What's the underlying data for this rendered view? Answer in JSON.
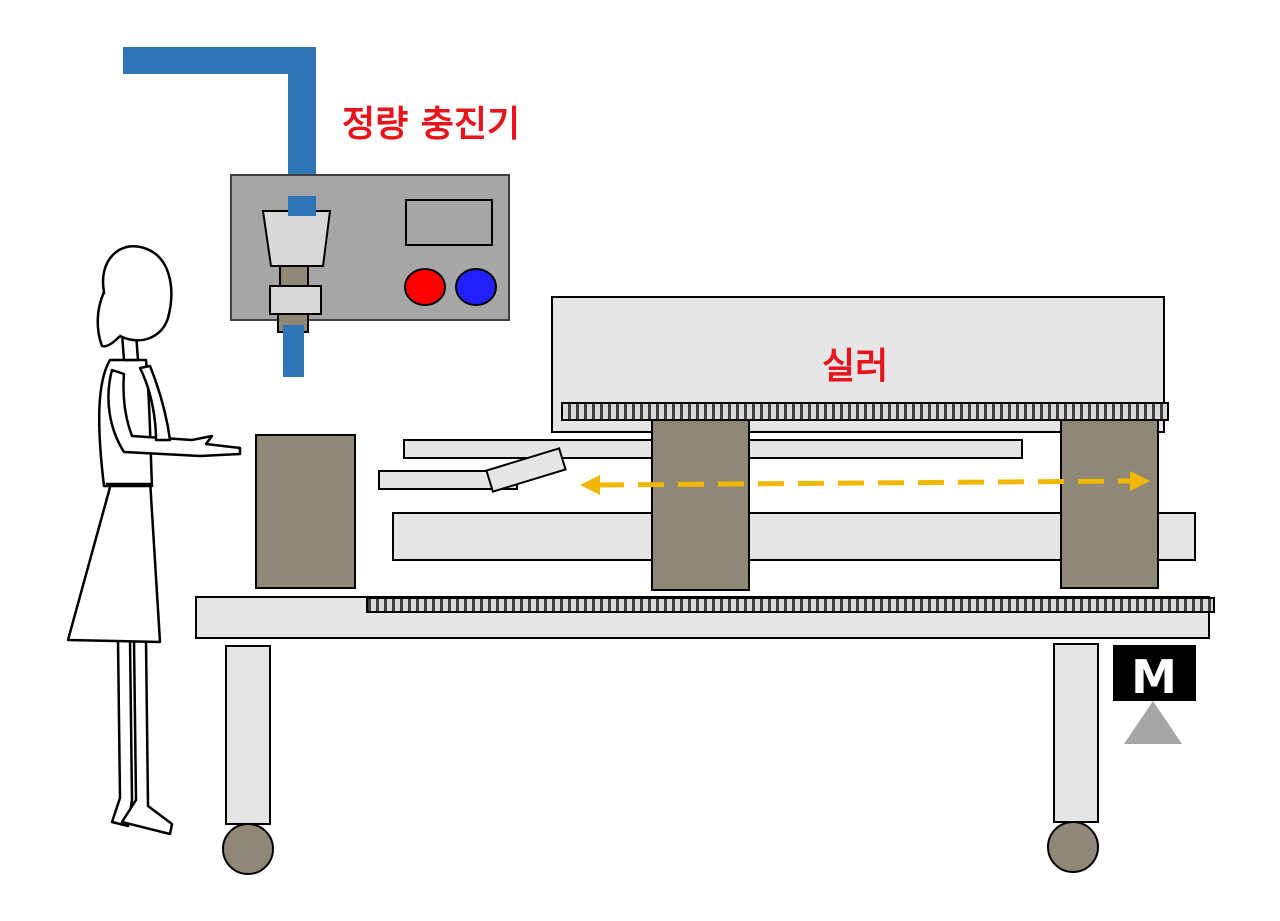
{
  "labels": {
    "filler": "정량 충진기",
    "sealer": "실러",
    "motor": "M"
  },
  "colors": {
    "label_red": "#e8141b",
    "pipe_blue": "#2e75b6",
    "panel_gray": "#a6a6a6",
    "block_brown": "#8f8877",
    "light_gray": "#e6e6e6",
    "arrow_yellow": "#f2b705",
    "button_red": "#ff0000",
    "button_blue": "#1f1fff",
    "motor_black": "#000000",
    "stand_gray": "#a6a6a6"
  },
  "icons": {
    "operator": "operator-figure-icon",
    "arrow": "bidirectional-arrow-icon"
  }
}
